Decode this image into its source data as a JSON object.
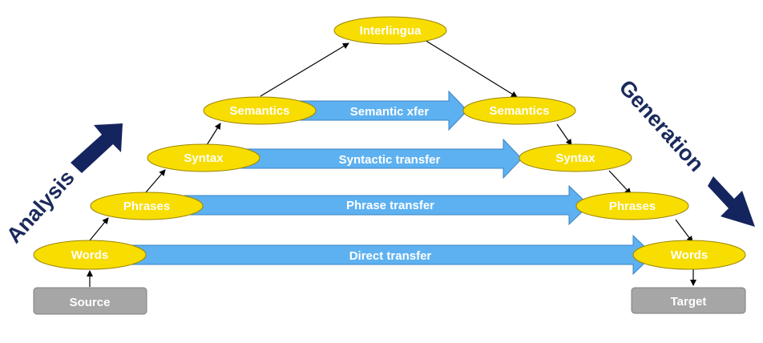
{
  "colors": {
    "node_fill": "#f8dd00",
    "node_stroke": "#9a8600",
    "xfer_fill": "#5db1f0",
    "xfer_stroke": "#3a82c4",
    "box_fill": "#a6a6a6",
    "box_stroke": "#7f7f7f",
    "side_arrow": "#14245e",
    "side_text": "#1b2a5c",
    "edge": "#000000"
  },
  "source_box": {
    "label": "Source"
  },
  "target_box": {
    "label": "Target"
  },
  "left_nodes": {
    "words": "Words",
    "phrases": "Phrases",
    "syntax": "Syntax",
    "semantics": "Semantics"
  },
  "right_nodes": {
    "words": "Words",
    "phrases": "Phrases",
    "syntax": "Syntax",
    "semantics": "Semantics"
  },
  "top_node": "Interlingua",
  "transfers": {
    "direct": "Direct transfer",
    "phrase": "Phrase transfer",
    "syntactic": "Syntactic transfer",
    "semantic": "Semantic xfer"
  },
  "analysis_label": "Analysis",
  "generation_label": "Generation"
}
